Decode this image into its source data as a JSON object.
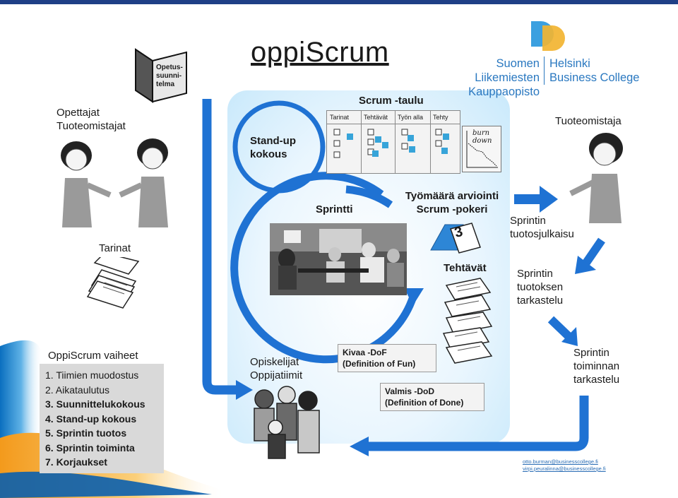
{
  "title": "oppiScrum",
  "logo": {
    "line1_left": "Suomen Liikemiesten",
    "line2_left": "Kauppaopisto",
    "line1_right": "Helsinki",
    "line2_right": "Business College",
    "colors": {
      "blue": "#2a78c0",
      "yellow": "#f2b431"
    }
  },
  "book_label": [
    "Opetus-",
    "suunni-",
    "telma"
  ],
  "left": {
    "teachers": "Opettajat",
    "product_owners": "Tuoteomistajat",
    "stories": "Tarinat"
  },
  "center": {
    "scrum_board_title": "Scrum -taulu",
    "board_columns": [
      "Tarinat",
      "Tehtävät",
      "Työn alla",
      "Tehty"
    ],
    "burndown": [
      "burn",
      "down"
    ],
    "standup": [
      "Stand-up",
      "kokous"
    ],
    "sprint": "Sprintti",
    "estimation": [
      "Työmäärä arviointi",
      "Scrum -pokeri"
    ],
    "poker_card": "3",
    "tasks": "Tehtävät",
    "students": [
      "Opiskelijat",
      "Oppijatiimit"
    ],
    "dof": [
      "Kivaa -DoF",
      "(Definition of Fun)"
    ],
    "dod": [
      "Valmis -DoD",
      "(Definition of Done)"
    ]
  },
  "right": {
    "product_owner": "Tuoteomistaja",
    "release": [
      "Sprintin",
      "tuotosjulkaisu"
    ],
    "review": [
      "Sprintin",
      "tuotoksen",
      "tarkastelu"
    ],
    "retro": [
      "Sprintin",
      "toiminnan",
      "tarkastelu"
    ]
  },
  "phases": {
    "title": "OppiScrum vaiheet",
    "items": [
      "1. Tiimien muodostus",
      "2. Aikataulutus",
      "3. Suunnittelukokous",
      "4. Stand-up kokous",
      "5. Sprintin tuotos",
      "6. Sprintin toiminta",
      "7. Korjaukset"
    ]
  },
  "emails": [
    "otto.burman@businesscollege.fi",
    "virpi.peuralinna@businesscollege.fi"
  ],
  "colors": {
    "flow_blue": "#1f72d3",
    "top_bar": "#1f3f86",
    "panel_light": "#c9e9fb"
  }
}
